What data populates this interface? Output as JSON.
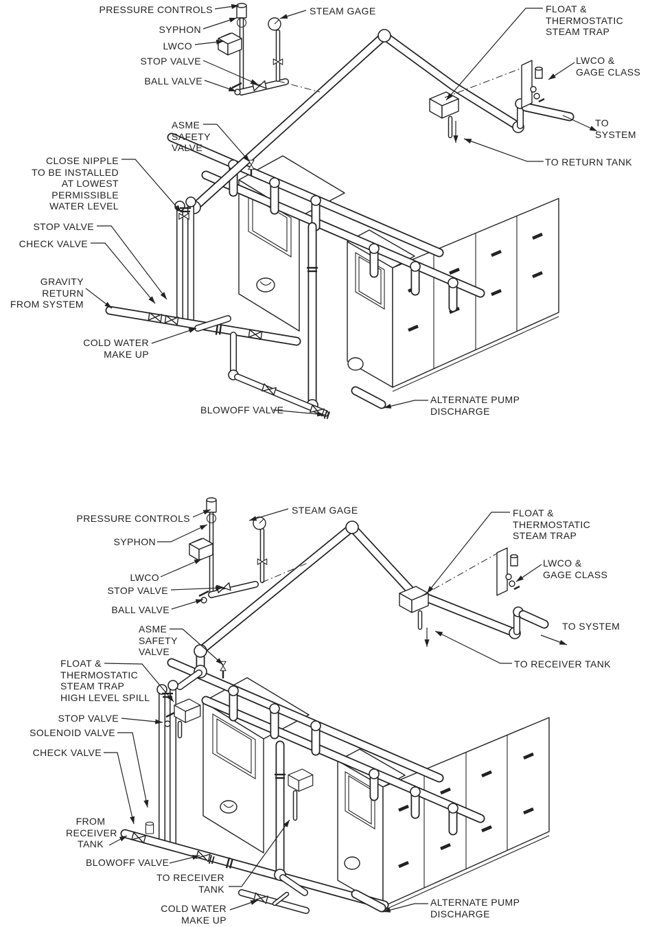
{
  "figure": {
    "type": "isometric boiler piping diagram",
    "views": 2,
    "colors": {
      "line": "#222222",
      "background": "#ffffff"
    }
  },
  "top_diagram": {
    "labels": {
      "pressure_controls": "PRESSURE CONTROLS",
      "steam_gage": "STEAM GAGE",
      "syphon": "SYPHON",
      "lwco": "LWCO",
      "stop_valve_upper": "STOP VALVE",
      "ball_valve": "BALL VALVE",
      "asme_safety_valve": "ASME\nSAFETY\nVALVE",
      "float_thermostatic_steam_trap": "FLOAT &\nTHERMOSTATIC\nSTEAM TRAP",
      "lwco_gage_class": "LWCO &\nGAGE CLASS",
      "to_system": "TO SYSTEM",
      "to_return_tank": "TO RETURN TANK",
      "close_nipple": "CLOSE NIPPLE\nTO BE INSTALLED\nAT LOWEST\nPERMISSIBLE\nWATER LEVEL",
      "stop_valve_lower": "STOP VALVE",
      "check_valve": "CHECK VALVE",
      "gravity_return": "GRAVITY RETURN\nFROM SYSTEM",
      "cold_water_make_up": "COLD WATER\nMAKE UP",
      "blowoff_valve": "BLOWOFF VALVE",
      "alternate_pump_discharge": "ALTERNATE PUMP\nDISCHARGE"
    }
  },
  "bottom_diagram": {
    "labels": {
      "pressure_controls": "PRESSURE CONTROLS",
      "steam_gage": "STEAM GAGE",
      "syphon": "SYPHON",
      "lwco": "LWCO",
      "stop_valve_upper": "STOP VALVE",
      "ball_valve": "BALL VALVE",
      "asme_safety_valve": "ASME\nSAFETY\nVALVE",
      "float_thermostatic_steam_trap": "FLOAT &\nTHERMOSTATIC\nSTEAM TRAP",
      "lwco_gage_class": "LWCO &\nGAGE CLASS",
      "to_system": "TO SYSTEM",
      "to_receiver_tank": "TO RECEIVER TANK",
      "float_trap_high_level_spill": "FLOAT &\nTHERMOSTATIC\nSTEAM TRAP\nHIGH LEVEL SPILL",
      "stop_valve_lower": "STOP VALVE",
      "solenoid_valve": "SOLENOID VALVE",
      "check_valve": "CHECK VALVE",
      "from_receiver_tank": "FROM\nRECEIVER\nTANK",
      "blowoff_valve": "BLOWOFF VALVE",
      "to_receiver_tank_lower": "TO RECEIVER\nTANK",
      "cold_water_make_up": "COLD WATER\nMAKE UP",
      "alternate_pump_discharge": "ALTERNATE PUMP\nDISCHARGE"
    }
  }
}
